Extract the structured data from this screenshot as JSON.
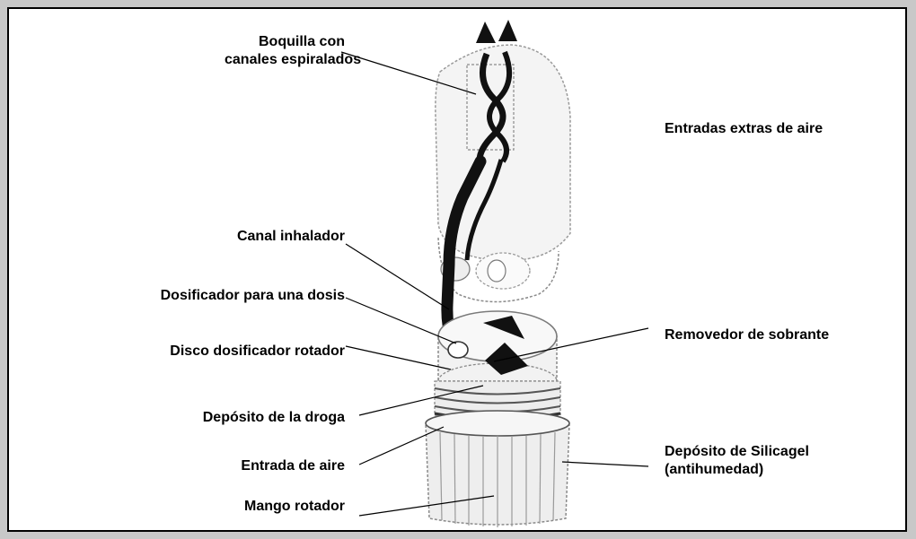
{
  "labels": {
    "boquilla_line1": "Boquilla con",
    "boquilla_line2": "canales espiralados",
    "entradas_extras": "Entradas extras de aire",
    "canal_inhalador": "Canal inhalador",
    "dosificador": "Dosificador para una dosis",
    "disco": "Disco dosificador rotador",
    "removedor": "Removedor de sobrante",
    "deposito_droga": "Depósito de la droga",
    "entrada_aire": "Entrada de aire",
    "silicagel_line1": "Depósito de Silicagel",
    "silicagel_line2": "(antihumedad)",
    "mango": "Mango rotador"
  },
  "colors": {
    "page_background": "#c8c8c8",
    "panel_background": "#ffffff",
    "ink": "#000000",
    "sketch_gray": "#9a9a9a"
  }
}
